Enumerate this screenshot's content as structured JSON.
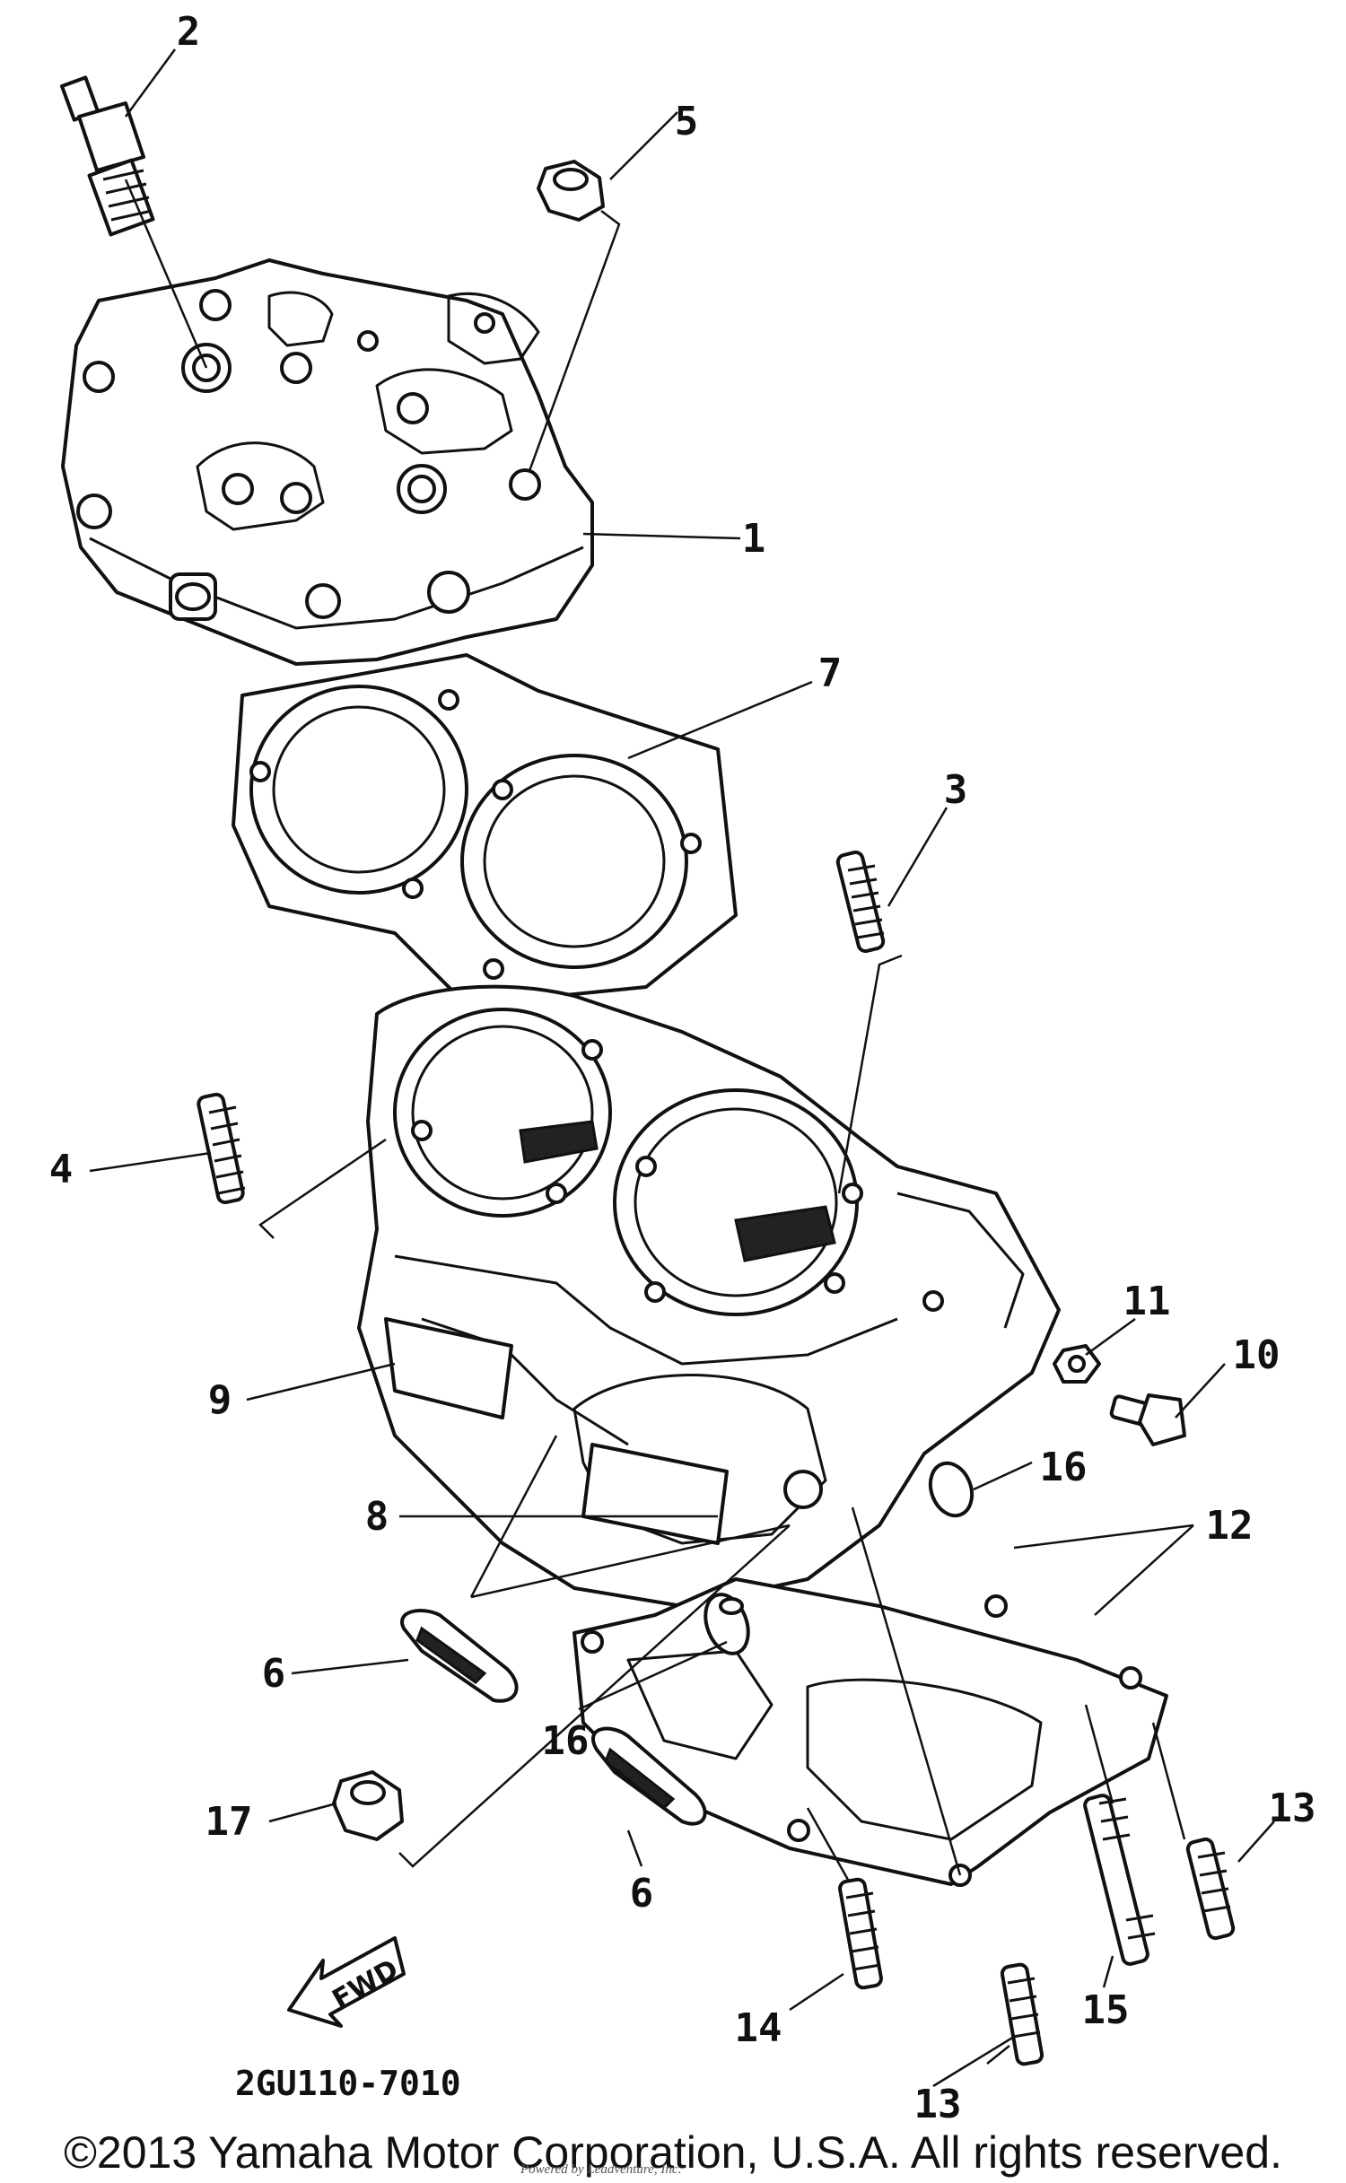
{
  "diagram": {
    "drawing_code": "2GU110-7010",
    "fwd_label": "FWD",
    "callouts": {
      "c1": "1",
      "c2": "2",
      "c3": "3",
      "c4": "4",
      "c5": "5",
      "c6a": "6",
      "c6b": "6",
      "c7": "7",
      "c8": "8",
      "c9": "9",
      "c10": "10",
      "c11": "11",
      "c12": "12",
      "c13a": "13",
      "c13b": "13",
      "c14": "14",
      "c15": "15",
      "c16a": "16",
      "c16b": "16",
      "c17": "17"
    }
  },
  "footer": {
    "copyright": "©2013 Yamaha Motor Corporation, U.S.A. All rights reserved.",
    "watermark": "Powered by Leadventure, Inc."
  }
}
